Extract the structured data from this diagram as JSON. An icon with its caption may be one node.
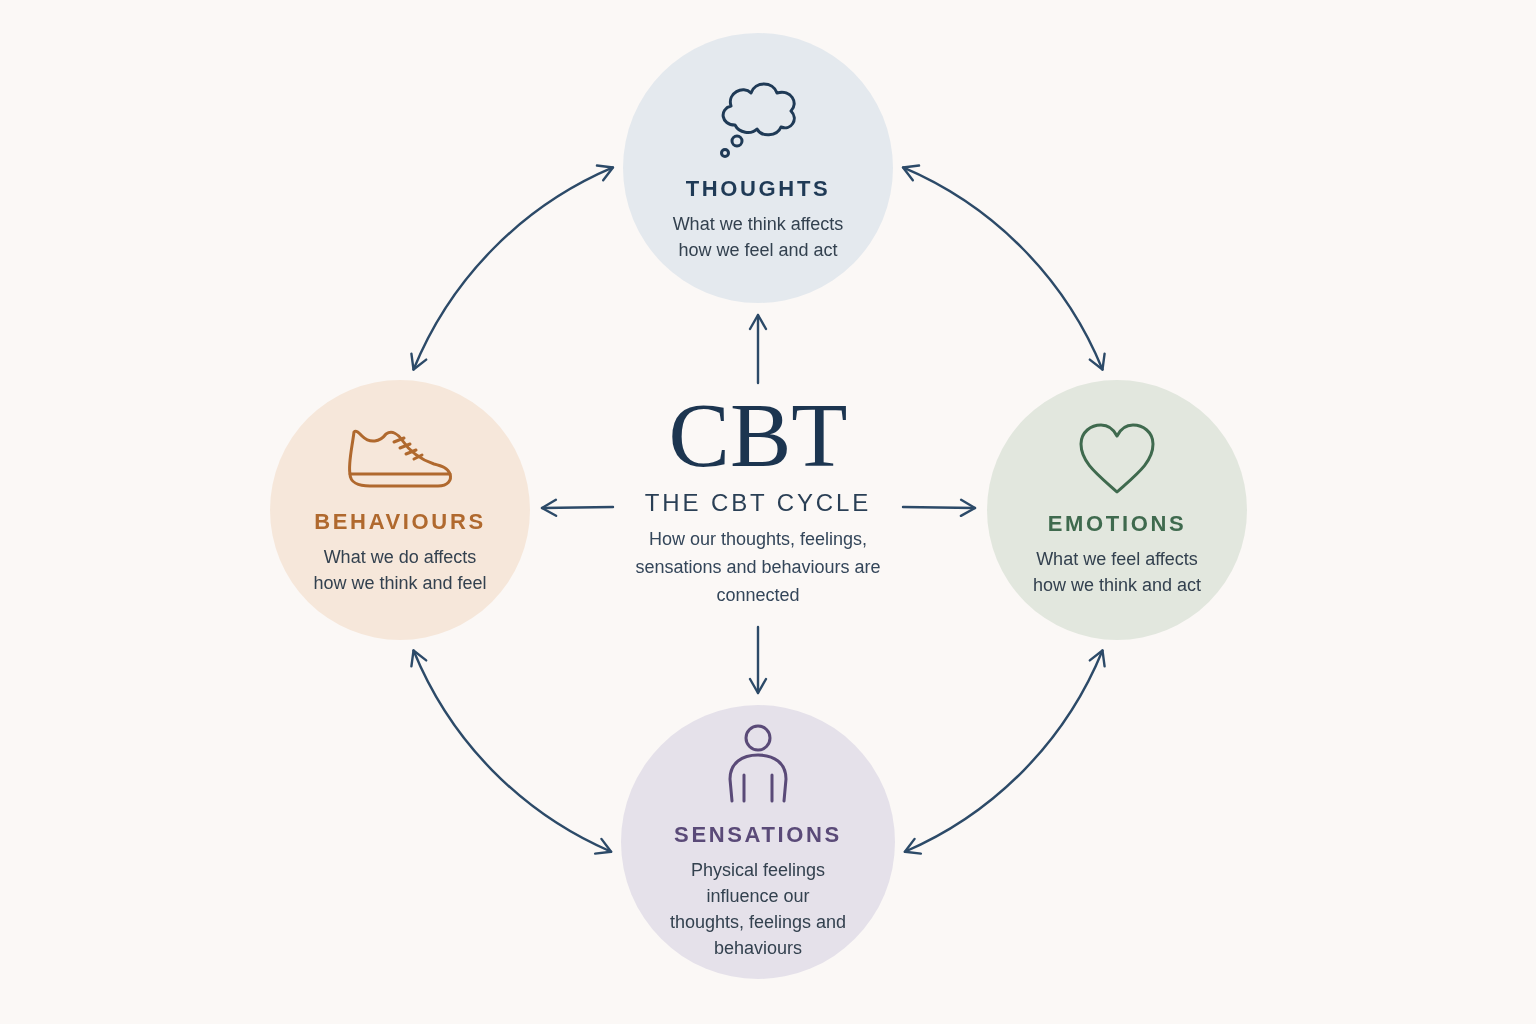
{
  "diagram": {
    "nodes": [
      {
        "text": [
          "THOUGHTS",
          "What we think affects how we feel and act"
        ]
      },
      {
        "text": [
          "BEHAVIOURS",
          "What we do affects how we think and feel"
        ]
      },
      {
        "text": [
          "CBT",
          "THE CBT CYCLE",
          "How our thoughts, feelings, sensations and behaviours are connected"
        ]
      },
      {
        "text": [
          "EMOTIONS",
          "What we feel affects how we think and act"
        ]
      },
      {
        "text": [
          "SENSATIONS",
          "Physical feelings influence our thoughts, feelings and behaviours"
        ]
      }
    ],
    "edges": [
      {
        "from": 2,
        "to": 0,
        "arrow": "to"
      },
      {
        "from": 2,
        "to": 1,
        "arrow": "to"
      },
      {
        "from": 2,
        "to": 3,
        "arrow": "to"
      },
      {
        "from": 2,
        "to": 4,
        "arrow": "to"
      },
      {
        "from": 0,
        "to": 1,
        "arrow": "both"
      },
      {
        "from": 0,
        "to": 3,
        "arrow": "both"
      },
      {
        "from": 1,
        "to": 4,
        "arrow": "both"
      },
      {
        "from": 3,
        "to": 4,
        "arrow": "both"
      }
    ]
  }
}
